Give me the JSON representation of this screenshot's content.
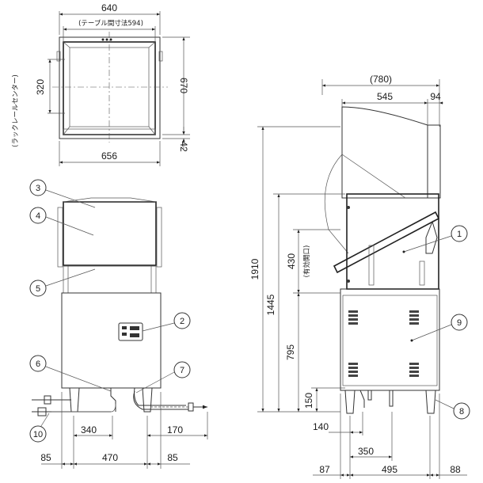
{
  "plan_view": {
    "width_640": "640",
    "table_size": "(テーブル間寸法594)",
    "width_656": "656",
    "depth_670": "670",
    "dim_42": "42",
    "rail_center_label": "(ラックレールセンター)",
    "dim_320": "320"
  },
  "front_view": {
    "dim_340": "340",
    "dim_170": "170",
    "dim_85_left": "85",
    "dim_470": "470",
    "dim_85_right": "85"
  },
  "side_view": {
    "dim_780": "(780)",
    "dim_545": "545",
    "dim_94": "94",
    "dim_1910": "1910",
    "dim_1445": "1445",
    "dim_430": "430",
    "opening_label": "(有効開口)",
    "dim_795": "795",
    "dim_150": "150",
    "dim_140": "140",
    "dim_350": "350",
    "dim_87": "87",
    "dim_495": "495",
    "dim_88": "88"
  },
  "callouts": [
    "1",
    "2",
    "3",
    "4",
    "5",
    "6",
    "7",
    "8",
    "9",
    "10"
  ],
  "colors": {
    "line": "#333333",
    "text": "#1a1a1a",
    "background": "#ffffff"
  }
}
